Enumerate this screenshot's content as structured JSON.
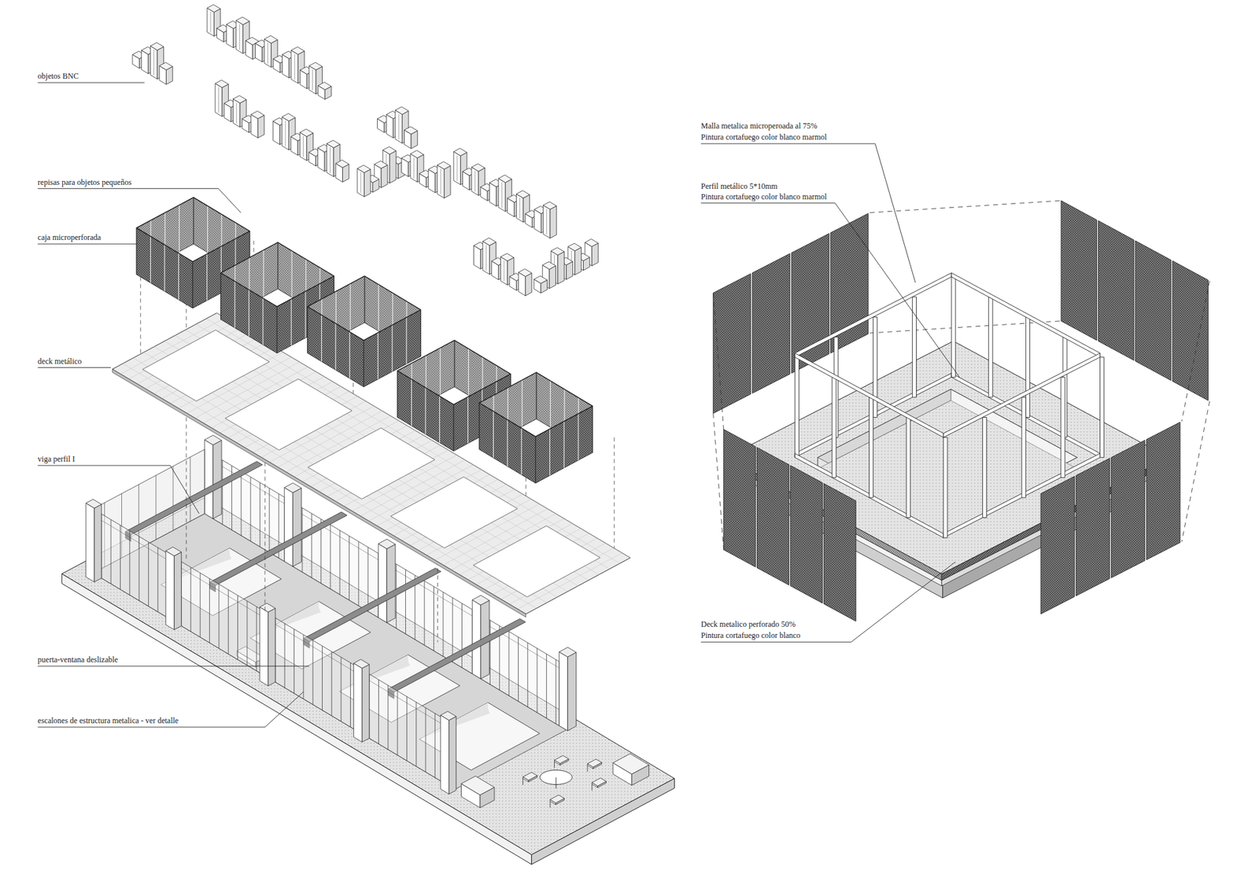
{
  "diagram": {
    "labels": [
      "objetos BNC",
      "repisas para objetos pequeños",
      "caja microperforada",
      "deck metálico",
      "viga perfil I",
      "puerta-ventana deslizable",
      "escalones de estructura metalica - ver detalle",
      "Malla metalica microperoada al 75%",
      "Pintura cortafuego color blanco marmol",
      "Perfil metálico 5*10mm",
      "Pintura cortafuego color blanco marmol",
      "Deck metalico perforado 50%",
      "Pintura cortafuego color blanco"
    ]
  }
}
